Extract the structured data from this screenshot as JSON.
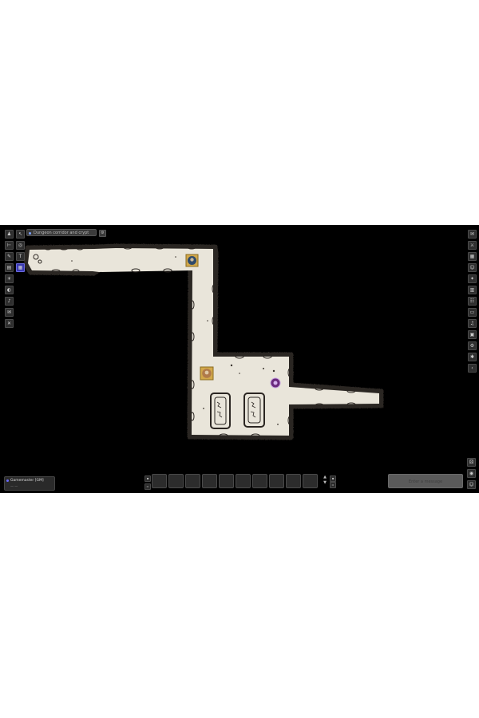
{
  "scene": {
    "name": "Dungeon corridor and crypt",
    "gear_icon": "gear-icon"
  },
  "left_toolbar": [
    {
      "icon": "token-icon",
      "glyph": "♟"
    },
    {
      "icon": "select-icon",
      "glyph": "↖"
    },
    {
      "icon": "ruler-icon",
      "glyph": "⊢"
    },
    {
      "icon": "draw-icon",
      "glyph": "✎"
    },
    {
      "icon": "text-icon",
      "glyph": "T"
    },
    {
      "icon": "fog-icon",
      "glyph": "◐"
    },
    {
      "icon": "light-icon",
      "glyph": "☀"
    },
    {
      "icon": "wall-icon",
      "glyph": "▤"
    },
    {
      "icon": "notes-icon",
      "glyph": "✉"
    },
    {
      "icon": "sound-icon",
      "glyph": "♪"
    }
  ],
  "right_toolbar": [
    {
      "icon": "chat-icon",
      "glyph": "✉"
    },
    {
      "icon": "combat-icon",
      "glyph": "⚔"
    },
    {
      "icon": "scenes-icon",
      "glyph": "▦"
    },
    {
      "icon": "actors-icon",
      "glyph": "☺"
    },
    {
      "icon": "items-icon",
      "glyph": "✦"
    },
    {
      "icon": "journal-icon",
      "glyph": "▥"
    },
    {
      "icon": "tables-icon",
      "glyph": "☷"
    },
    {
      "icon": "cards-icon",
      "glyph": "▭"
    },
    {
      "icon": "playlists-icon",
      "glyph": "♫"
    },
    {
      "icon": "compendium-icon",
      "glyph": "▣"
    },
    {
      "icon": "settings-icon",
      "glyph": "⚙"
    },
    {
      "icon": "macro-icon",
      "glyph": "✱"
    },
    {
      "icon": "collapse-icon",
      "glyph": "‹"
    }
  ],
  "player": {
    "name": "Gamemaster [GM]",
    "subtitle": "— —"
  },
  "hotbar": {
    "slots": 10
  },
  "chat": {
    "placeholder": "Enter a message"
  },
  "colors": {
    "floor": "#e9e5da",
    "wall": "#2b2622",
    "background": "#000000",
    "token_purple": "#6b2a7d",
    "token_brown": "#b07a4a",
    "token_blue": "#2f4a6a"
  }
}
